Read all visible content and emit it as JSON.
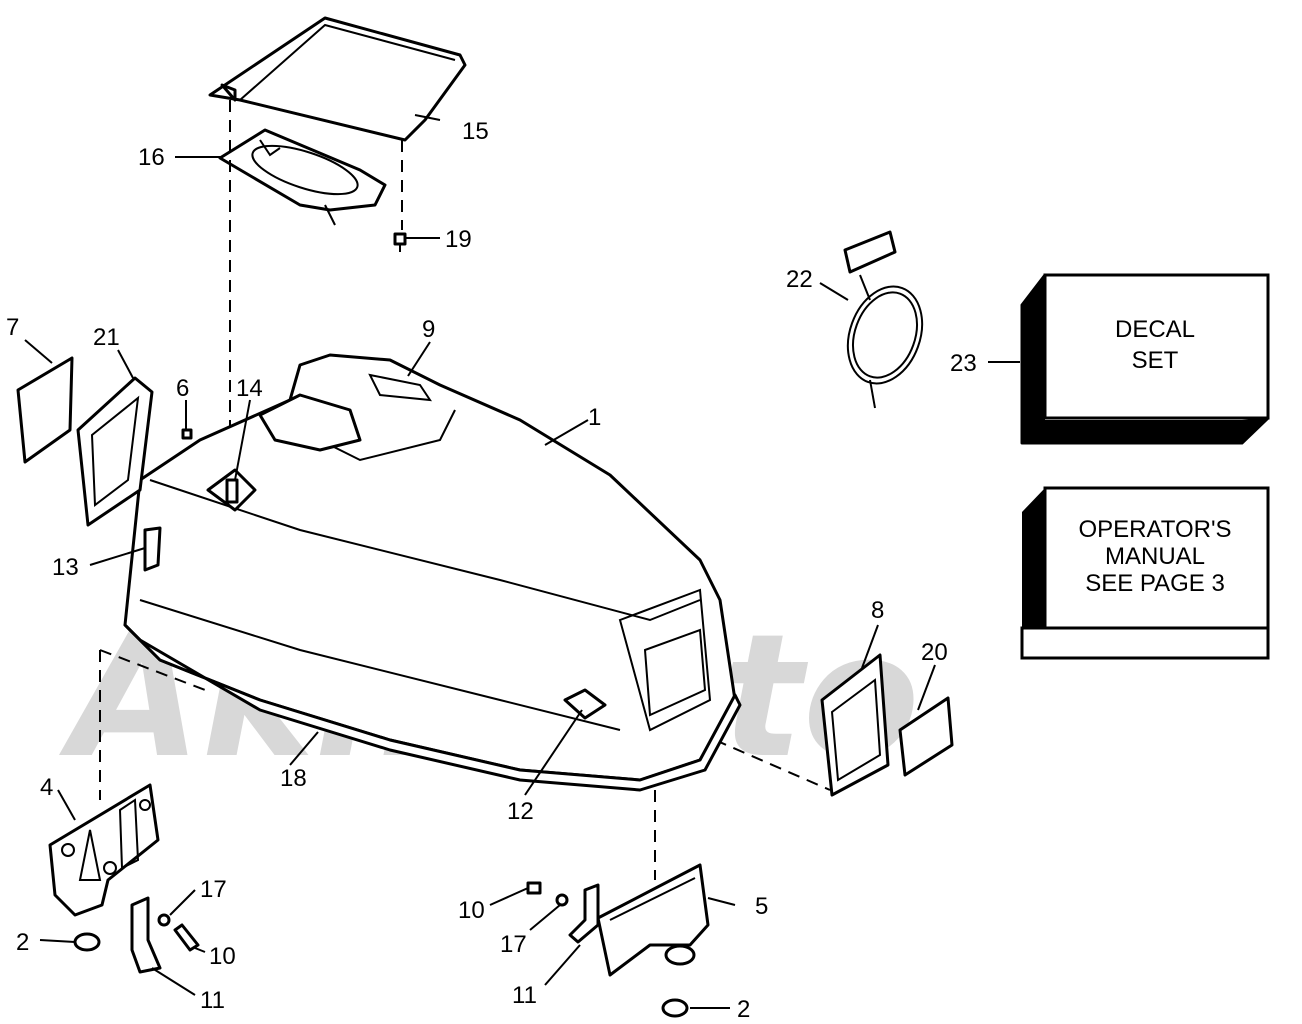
{
  "watermark": "AkhMoto",
  "boxes": {
    "decal_set": [
      "DECAL",
      "SET"
    ],
    "operators_manual": [
      "OPERATOR'S",
      "MANUAL",
      "SEE PAGE 3"
    ]
  },
  "callouts": {
    "c1": "1",
    "c2a": "2",
    "c2b": "2",
    "c4": "4",
    "c5": "5",
    "c6": "6",
    "c7": "7",
    "c8": "8",
    "c9": "9",
    "c10a": "10",
    "c10b": "10",
    "c11a": "11",
    "c11b": "11",
    "c12": "12",
    "c13": "13",
    "c14": "14",
    "c15": "15",
    "c16": "16",
    "c17a": "17",
    "c17b": "17",
    "c18": "18",
    "c19": "19",
    "c20": "20",
    "c21": "21",
    "c22": "22",
    "c23": "23"
  }
}
